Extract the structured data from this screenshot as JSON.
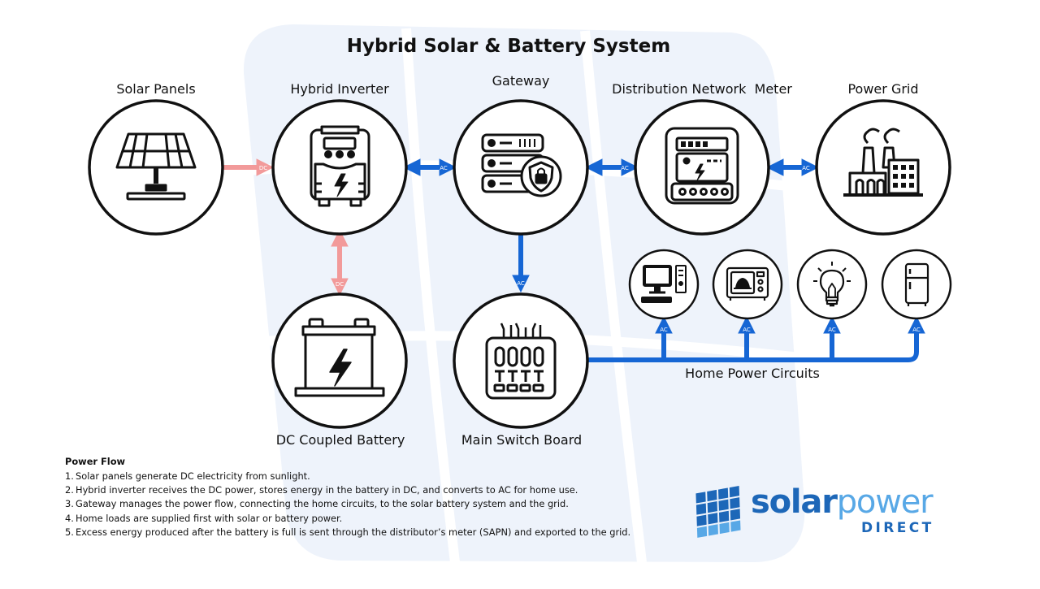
{
  "title": "Hybrid Solar & Battery System",
  "nodes": {
    "solar_panels": "Solar Panels",
    "hybrid_inverter": "Hybrid Inverter",
    "gateway": "Gateway",
    "meter": "Distribution Network  Meter",
    "power_grid": "Power Grid",
    "battery": "DC Coupled Battery",
    "switch_board": "Main Switch Board",
    "home_circuits": "Home Power Circuits"
  },
  "connector_labels": {
    "dc": "DC",
    "ac": "AC"
  },
  "power_flow": {
    "heading": "Power Flow",
    "steps": [
      {
        "num": "1.",
        "text": "Solar panels generate DC electricity from sunlight."
      },
      {
        "num": "2.",
        "text": "Hybrid inverter receives the DC power, stores energy in the battery in DC, and converts to AC for home use."
      },
      {
        "num": "3.",
        "text": "Gateway manages the power flow, connecting the home circuits, to the solar battery system and the grid."
      },
      {
        "num": "4.",
        "text": "Home loads are supplied first with solar or battery power."
      },
      {
        "num": "5.",
        "text": "Excess energy produced after the battery is full is sent through the distributor’s meter (SAPN) and exported to the grid."
      }
    ]
  },
  "brand": {
    "part1": "solar",
    "part2": "power",
    "sub": "DIRECT"
  },
  "colors": {
    "ac_blue": "#1666d4",
    "dc_pink": "#f29a9a",
    "brand_dark": "#1d67b8",
    "brand_light": "#58a8e6",
    "watermark": "#eef3fb"
  },
  "icons": {
    "solar_panels": "solar-panel-icon",
    "hybrid_inverter": "inverter-icon",
    "gateway": "server-shield-icon",
    "meter": "electricity-meter-icon",
    "power_grid": "power-plant-icon",
    "battery": "battery-icon",
    "switch_board": "switchboard-icon",
    "loads": [
      "computer-icon",
      "microwave-icon",
      "light-bulb-icon",
      "fridge-icon"
    ]
  }
}
